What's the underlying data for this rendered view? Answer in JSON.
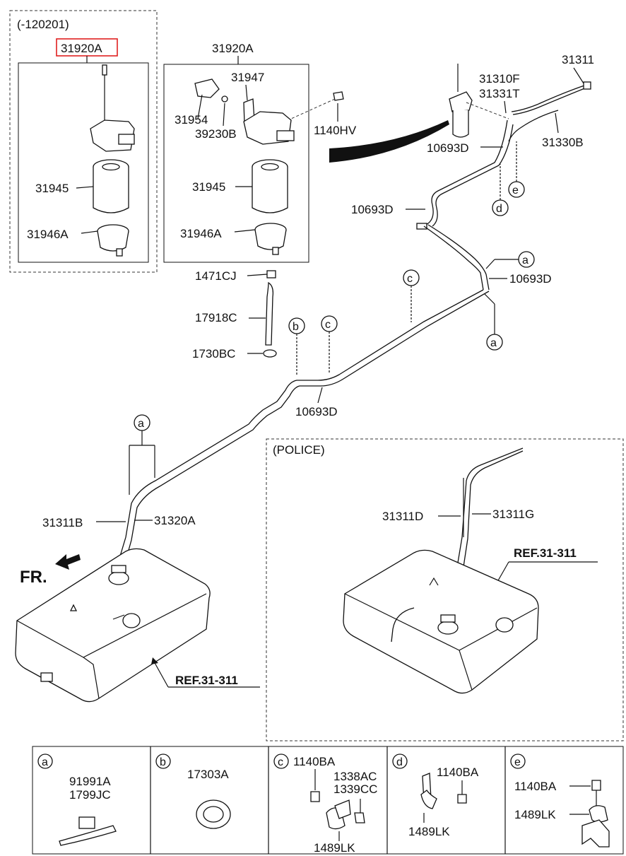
{
  "variant_label": "(-120201)",
  "highlighted_part": "31920A",
  "highlight_color": "#e02020",
  "filter_assy": {
    "left": {
      "part_31945": "31945",
      "part_31946A": "31946A"
    },
    "right": {
      "title": "31920A",
      "p31947": "31947",
      "p31954": "31954",
      "p39230B": "39230B",
      "p1140HV": "1140HV",
      "p31945": "31945",
      "p31946A": "31946A"
    }
  },
  "hose_parts": {
    "p1471CJ": "1471CJ",
    "p17918C": "17918C",
    "p1730BC": "1730BC"
  },
  "top_right": {
    "p31311": "31311",
    "p31310F": "31310F",
    "p31331T": "31331T",
    "p31330B": "31330B",
    "p10693D_a": "10693D",
    "p10693D_b": "10693D",
    "p10693D_c": "10693D",
    "p10693D_d": "10693D"
  },
  "callouts": {
    "a": "a",
    "b": "b",
    "c": "c",
    "d": "d",
    "e": "e"
  },
  "tank": {
    "p31311B": "31311B",
    "p31320A": "31320A",
    "fr": "FR.",
    "ref": "REF.31-311"
  },
  "police": {
    "title": "(POLICE)",
    "p31311D": "31311D",
    "p31311G": "31311G",
    "ref": "REF.31-311"
  },
  "legend": [
    {
      "key": "a",
      "parts": [
        "91991A",
        "1799JC"
      ]
    },
    {
      "key": "b",
      "parts": [
        "17303A"
      ]
    },
    {
      "key": "c",
      "parts": [
        "1140BA",
        "1338AC",
        "1339CC",
        "1489LK"
      ]
    },
    {
      "key": "d",
      "parts": [
        "1140BA",
        "1489LK"
      ]
    },
    {
      "key": "e",
      "parts": [
        "1140BA",
        "1489LK"
      ]
    }
  ]
}
